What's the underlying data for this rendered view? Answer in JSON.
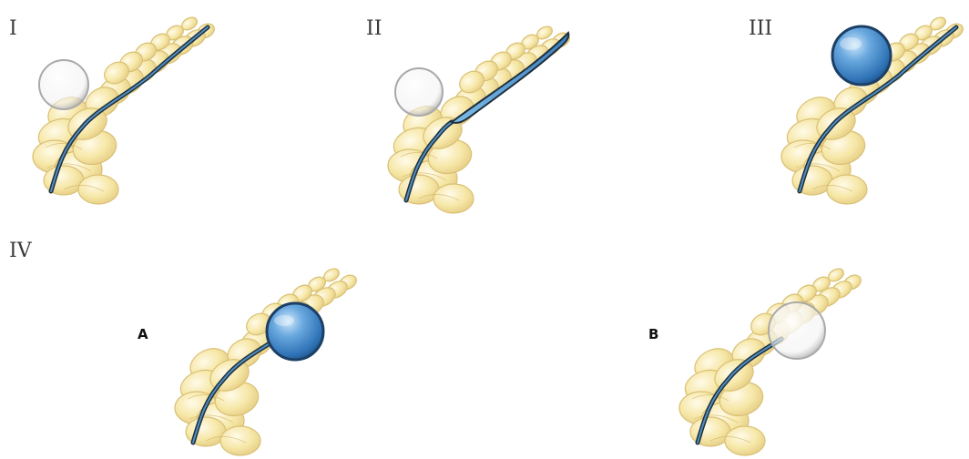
{
  "panels": {
    "p1": {
      "label": "I"
    },
    "p2": {
      "label": "II"
    },
    "p3": {
      "label": "III"
    },
    "p4": {
      "label": "IV",
      "sub_a": "A",
      "sub_b": "B"
    }
  },
  "colors": {
    "gland_fill": "#f6e6a2",
    "gland_stroke": "#d7bd6c",
    "duct_outline": "#1f2f3d",
    "duct_core": "#4f8ec0",
    "cyst_blue": "#3f86cc",
    "cyst_blue_light": "#8cc3f0",
    "cyst_clear_edge": "#a9a9a9"
  },
  "icons": {
    "gland": "pancreas-illustration",
    "duct": "pancreatic-duct",
    "cyst_filled": "filled-cyst-sphere",
    "cyst_clear": "clear-cyst-sphere"
  }
}
